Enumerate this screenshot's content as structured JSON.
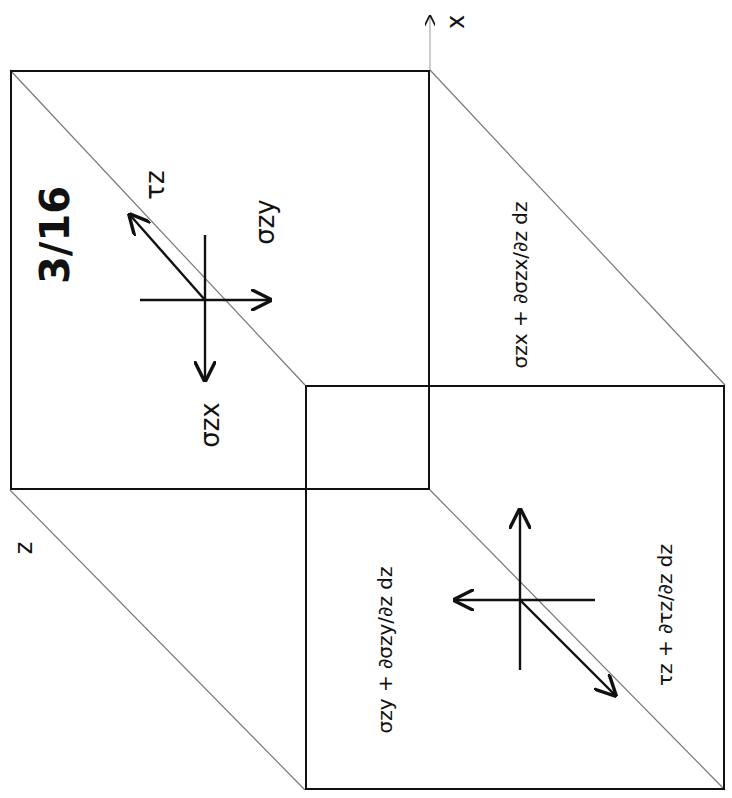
{
  "diagram": {
    "nodes": [
      {
        "text": [
          "σzx",
          "σzy",
          "τz"
        ]
      },
      {
        "text": [
          "σzx + ∂σzx/∂z dz",
          "σzy + ∂σzy/∂z dz",
          "τz + ∂τz/∂z dz"
        ]
      }
    ],
    "labels": [
      "3/16",
      "x",
      "z"
    ]
  }
}
